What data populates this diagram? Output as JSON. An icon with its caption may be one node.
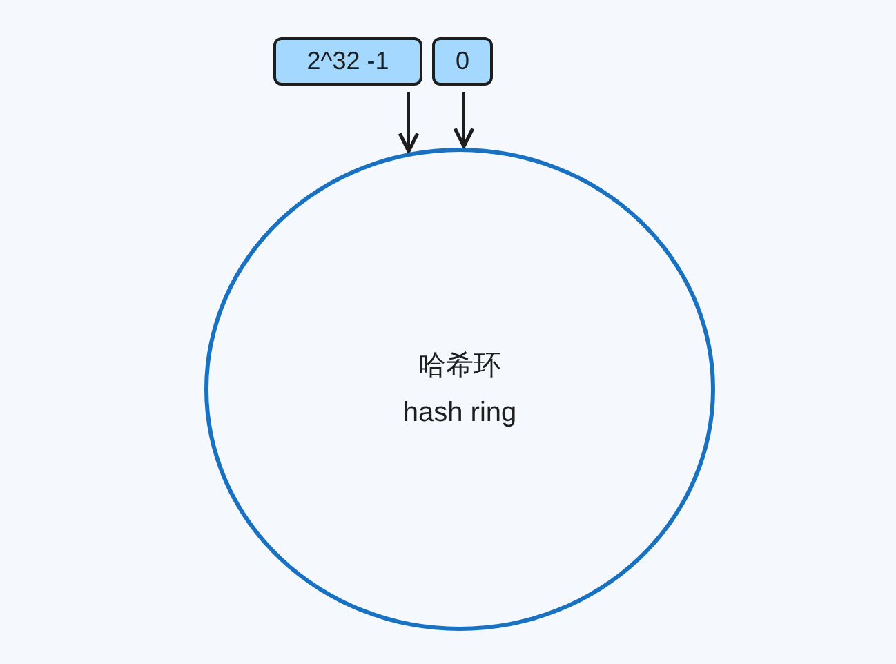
{
  "diagram": {
    "nodes": [
      {
        "text": [
          "2^32 -1"
        ]
      },
      {
        "text": [
          "0"
        ]
      },
      {
        "text": [
          "哈希环",
          "hash ring"
        ]
      }
    ],
    "edges": [
      {
        "from": 0,
        "to": 2,
        "arrow": "to"
      },
      {
        "from": 1,
        "to": 2,
        "arrow": "to"
      }
    ]
  }
}
